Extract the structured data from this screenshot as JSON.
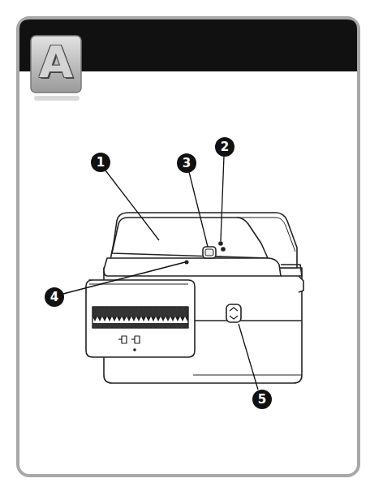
{
  "diagram": {
    "title": "A",
    "labels": [
      "1",
      "2",
      "3",
      "4",
      "5"
    ]
  }
}
